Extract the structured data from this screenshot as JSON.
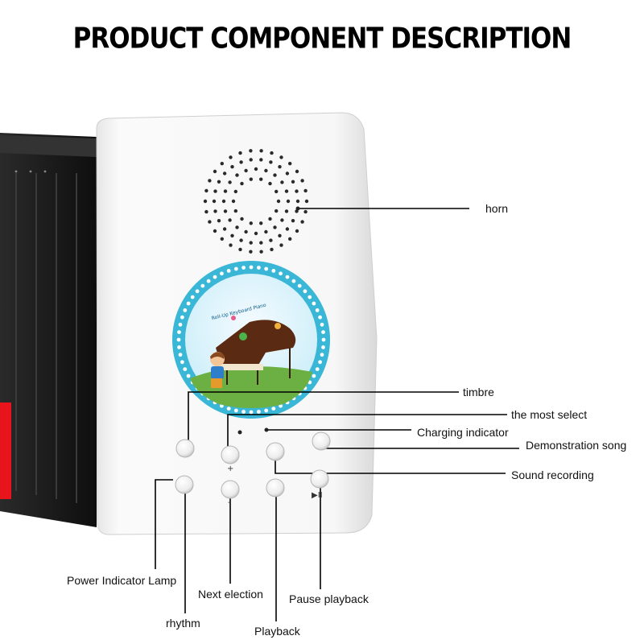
{
  "title": "PRODUCT COMPONENT DESCRIPTION",
  "labels": {
    "horn": "horn",
    "timbre": "timbre",
    "most_select": "the most select",
    "charging_indicator": "Charging indicator",
    "demonstration_song": "Demonstration song",
    "sound_recording": "Sound recording",
    "power_indicator_lamp": "Power Indicator Lamp",
    "next_election": "Next election",
    "pause_playback": "Pause playback",
    "rhythm": "rhythm",
    "playback": "Playback"
  },
  "button_symbols": {
    "plus": "+",
    "minus": "-",
    "play_pause": "▶II"
  },
  "sticker_text": "Roll-Up Keyboard Piano",
  "colors": {
    "body": "#f7f7f7",
    "bellows": "#1e1e1e",
    "red_stripe": "#e8141c",
    "sticker_ring": "#3ab7d6",
    "leader_line": "#000000"
  }
}
